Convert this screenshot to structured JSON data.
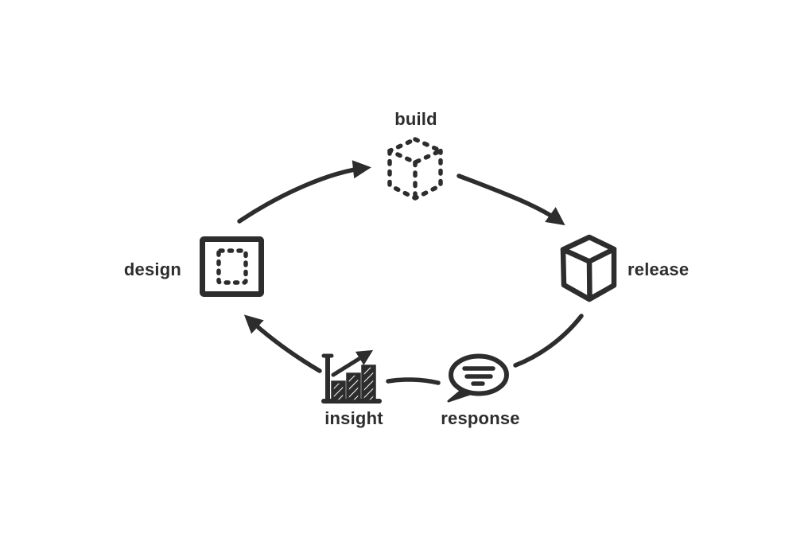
{
  "diagram": {
    "background": "#ffffff",
    "ink_color": "#2d2d2d",
    "nodes": [
      {
        "id": "build",
        "label": "build",
        "icon": "dashed-cube-icon"
      },
      {
        "id": "release",
        "label": "release",
        "icon": "cube-icon"
      },
      {
        "id": "response",
        "label": "response",
        "icon": "speech-bubble-icon"
      },
      {
        "id": "insight",
        "label": "insight",
        "icon": "bar-chart-icon"
      },
      {
        "id": "design",
        "label": "design",
        "icon": "framed-dashed-square-icon"
      }
    ],
    "edges": [
      {
        "from": "design",
        "to": "build",
        "arrowhead": true
      },
      {
        "from": "build",
        "to": "release",
        "arrowhead": true
      },
      {
        "from": "release",
        "to": "response",
        "arrowhead": false
      },
      {
        "from": "response",
        "to": "insight",
        "arrowhead": false
      },
      {
        "from": "insight",
        "to": "design",
        "arrowhead": true
      }
    ]
  }
}
